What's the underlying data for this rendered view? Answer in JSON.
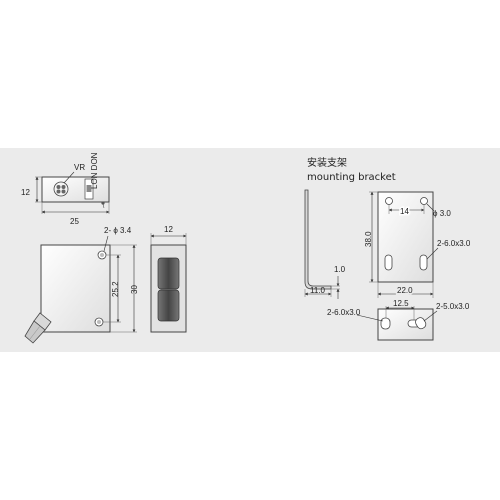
{
  "drawing": {
    "top_view": {
      "vr_label": "VR",
      "height_dim": "12",
      "width_dim": "25",
      "switch_text": "LON  DON"
    },
    "front_view": {
      "hole_label": "2- ϕ 3.4",
      "inner_dim": "25.2",
      "outer_dim": "30"
    },
    "side_view": {
      "width_dim": "12"
    },
    "bracket": {
      "title_cn": "安装支架",
      "title_en": "mounting bracket",
      "hole_spacing": "14",
      "hole_dia": "ϕ 3.0",
      "height_dim": "38.0",
      "slot_label_1": "2-6.0x3.0",
      "thickness_dim": "1.0",
      "foot_dim": "11.0",
      "width_dim": "22.0",
      "slot_label_2": "2-6.0x3.0",
      "slot_spacing": "12.5",
      "slot_label_3": "2-5.0x3.0"
    }
  }
}
